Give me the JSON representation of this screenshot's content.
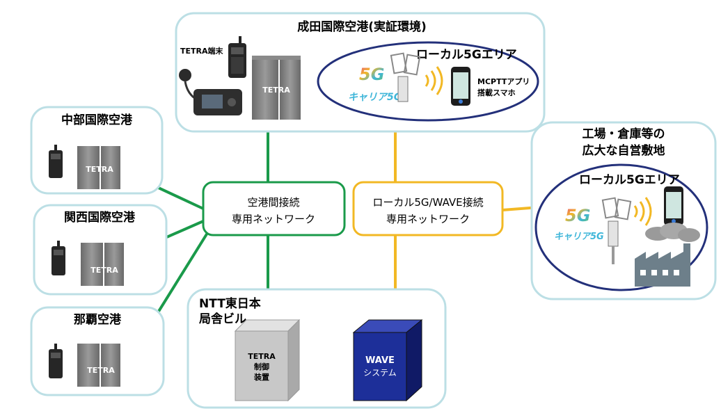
{
  "narita": {
    "title": "成田国際空港(実証環境)",
    "tetra_terminal_label": "TETRA端末",
    "tetra_label": "TETRA",
    "local5g_title": "ローカル5Gエリア",
    "phone_label_line1": "MCPTTアプリ",
    "phone_label_line2": "搭載スマホ"
  },
  "airports": [
    {
      "title": "中部国際空港",
      "tetra_label": "TETRA"
    },
    {
      "title": "関西国際空港",
      "tetra_label": "TETRA"
    },
    {
      "title": "那覇空港",
      "tetra_label": "TETRA"
    }
  ],
  "factory": {
    "title_line1": "工場・倉庫等の",
    "title_line2": "広大な自営敷地",
    "local5g_title": "ローカル5Gエリア"
  },
  "network_airport": {
    "line1": "空港間接続",
    "line2": "専用ネットワーク"
  },
  "network_local5g": {
    "line1": "ローカル5G/WAVE接続",
    "line2": "専用ネットワーク"
  },
  "ntt": {
    "title_line1": "NTT東日本",
    "title_line2": "局舎ビル",
    "control_line1": "TETRA",
    "control_line2": "制御",
    "control_line3": "装置",
    "wave_line1": "WAVE",
    "wave_line2": "システム"
  },
  "colors": {
    "green": "#1a9a4a",
    "yellow": "#f2b824",
    "region_border": "#bcdfe5",
    "ellipse_border": "#23307a",
    "wave_box": "#1d2f99",
    "control_box": "#c8c8c8"
  }
}
